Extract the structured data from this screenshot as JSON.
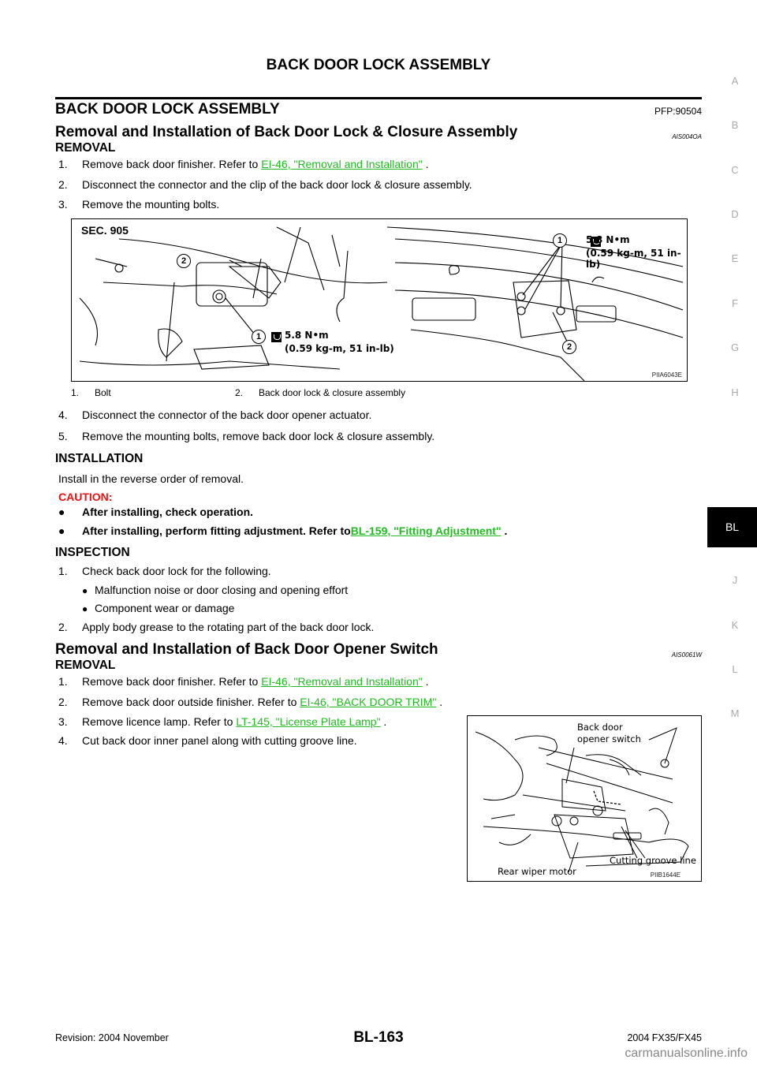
{
  "page_header": "BACK DOOR LOCK ASSEMBLY",
  "section": {
    "title": "BACK DOOR LOCK ASSEMBLY",
    "pfp": "PFP:90504"
  },
  "lock_closure": {
    "title": "Removal and Installation of Back Door Lock & Closure Assembly",
    "code": "AIS004OA",
    "removal": {
      "heading": "REMOVAL",
      "steps": [
        {
          "num": "1.",
          "text": "Remove back door finisher. Refer to ",
          "link": "EI-46, \"Removal and Installation\"",
          "after": " ."
        },
        {
          "num": "2.",
          "text": "Disconnect the connector and the clip of the back door lock & closure assembly."
        },
        {
          "num": "3.",
          "text": "Remove the mounting bolts."
        },
        {
          "num": "4.",
          "text": "Disconnect the connector of the back door opener actuator."
        },
        {
          "num": "5.",
          "text": "Remove the mounting bolts, remove back door lock & closure assembly."
        }
      ]
    },
    "figure": {
      "sec_label": "SEC. 905",
      "callout_1": "1",
      "callout_2": "2",
      "torque_line1": "5.8 N•m",
      "torque_line2": "(0.59 kg-m, 51 in-lb)",
      "figure_id": "PIIA6043E",
      "captions": [
        {
          "num": "1.",
          "text": "Bolt"
        },
        {
          "num": "2.",
          "text": "Back door lock & closure assembly"
        }
      ]
    },
    "installation": {
      "heading": "INSTALLATION",
      "text": "Install in the reverse order of removal.",
      "caution_label": "CAUTION:",
      "cautions": [
        {
          "text": "After installing, check operation."
        },
        {
          "text": "After installing, perform fitting adjustment. Refer to",
          "link": "BL-159, \"Fitting Adjustment\"",
          "after": "  ."
        }
      ]
    },
    "inspection": {
      "heading": "INSPECTION",
      "steps": [
        {
          "num": "1.",
          "text": "Check back door lock for the following."
        },
        {
          "num": "2.",
          "text": "Apply body grease to the rotating part of the back door lock."
        }
      ],
      "sub_items": [
        "Malfunction noise or door closing and opening effort",
        "Component wear or damage"
      ]
    }
  },
  "opener_switch": {
    "title": "Removal and Installation of Back Door Opener Switch",
    "code": "AIS0061W",
    "removal": {
      "heading": "REMOVAL",
      "steps": [
        {
          "num": "1.",
          "text": "Remove back door finisher. Refer to ",
          "link": "EI-46, \"Removal and Installation\"",
          "after": " ."
        },
        {
          "num": "2.",
          "text": "Remove back door outside finisher. Refer to ",
          "link": "EI-46, \"BACK DOOR TRIM\"",
          "after": " ."
        },
        {
          "num": "3.",
          "text": "Remove licence lamp. Refer to ",
          "link": "LT-145, \"License Plate Lamp\"",
          "after": " ."
        },
        {
          "num": "4.",
          "text": "Cut back door inner panel along with cutting groove line."
        }
      ]
    },
    "figure": {
      "label_switch_1": "Back door",
      "label_switch_2": "opener switch",
      "label_groove": "Cutting groove line",
      "label_motor": "Rear wiper motor",
      "figure_id": "PIIB1644E"
    }
  },
  "side_tabs": [
    "A",
    "B",
    "C",
    "D",
    "E",
    "F",
    "G",
    "H",
    "BL",
    "J",
    "K",
    "L",
    "M"
  ],
  "active_tab": "BL",
  "footer": {
    "revision": "Revision: 2004 November",
    "page_number": "BL-163",
    "model": "2004 FX35/FX45"
  },
  "watermark": "carmanualsonline.info",
  "colors": {
    "link": "#22bb22",
    "caution": "#ee1111",
    "side_tab_inactive": "#aaaaaa",
    "side_tab_active_bg": "#000000"
  }
}
